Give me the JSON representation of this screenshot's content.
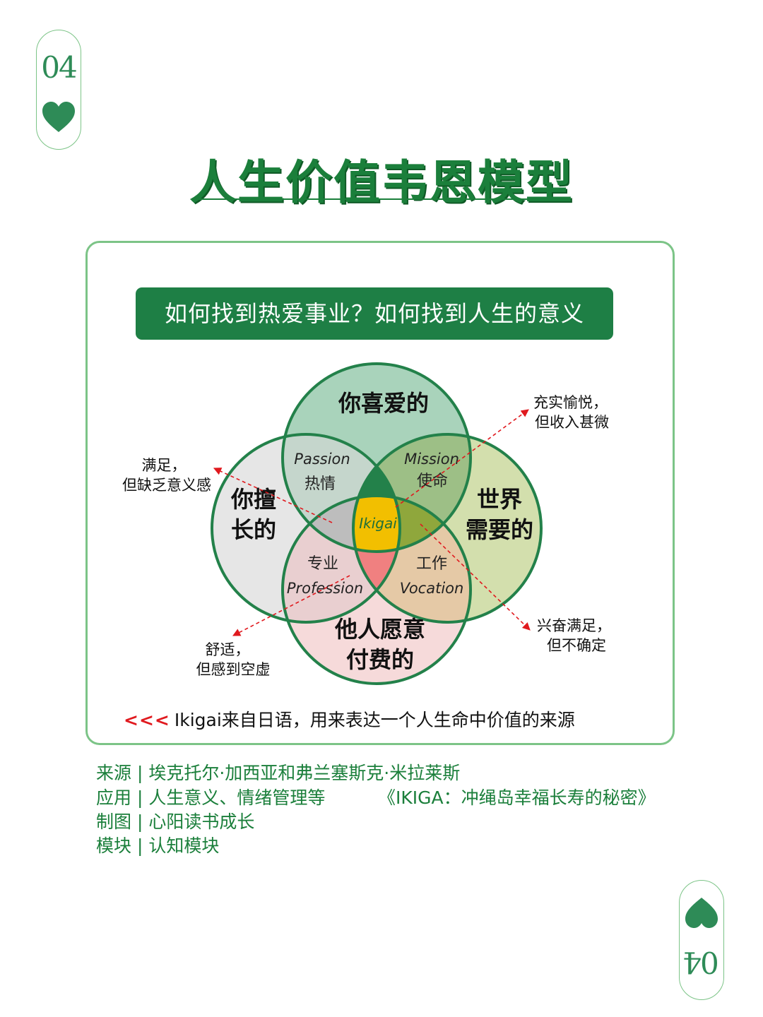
{
  "page_number": "04",
  "title": "人生价值韦恩模型",
  "question": "如何找到热爱事业？如何找到人生的意义",
  "circles": {
    "love": "你喜爱的",
    "good_at": [
      "你擅",
      "长的"
    ],
    "world_needs": [
      "世界",
      "需要的"
    ],
    "paid_for": [
      "他人愿意",
      "付费的"
    ]
  },
  "overlaps": {
    "passion_en": "Passion",
    "passion_cn": "热情",
    "mission_en": "Mission",
    "mission_cn": "使命",
    "profession_cn": "专业",
    "profession_en": "Profession",
    "vocation_cn": "工作",
    "vocation_en": "Vocation",
    "center": "Ikigai"
  },
  "annotations": {
    "top_right": [
      "充实愉悦，",
      "但收入甚微"
    ],
    "left": [
      "满足，",
      "但缺乏意义感"
    ],
    "bottom_right": [
      "兴奋满足，",
      "但不确定"
    ],
    "bottom_left": [
      "舒适，",
      "但感到空虚"
    ]
  },
  "footnote_arrows": "<<<",
  "footnote": "Ikigai来自日语，用来表达一个人生命中价值的来源",
  "info": {
    "source": "来源 | 埃克托尔·加西亚和弗兰塞斯克·米拉莱斯",
    "application": "应用 | 人生意义、情绪管理等",
    "maker": "制图 | 心阳读书成长",
    "module": "模块 | 认知模块",
    "book": "《IKIGA：冲绳岛幸福长寿的秘密》"
  },
  "colors": {
    "brand_green": "#1b7f3b",
    "banner_green": "#1e7f45",
    "circle_stroke": "#23814a",
    "love_fill": "#a9d3bb",
    "good_at_fill": "#e6e6e6",
    "world_fill": "#d3dfad",
    "paid_fill": "#f6dada",
    "center_fill": "#f2bf00",
    "arrow_red": "#e0191e"
  }
}
